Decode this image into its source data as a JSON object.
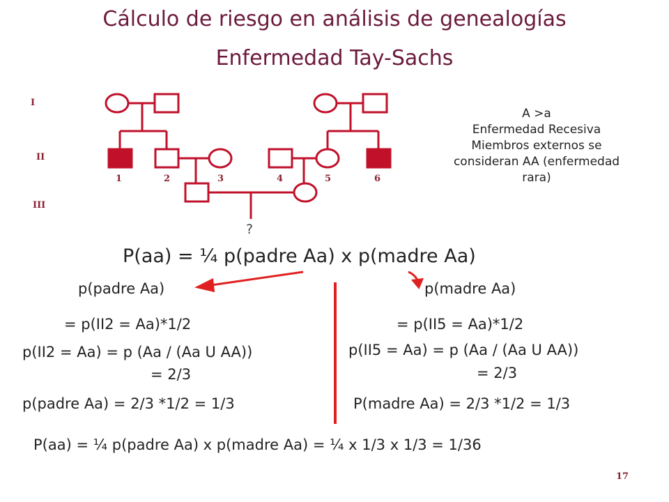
{
  "title": "Cálculo de riesgo en análisis de genealogías",
  "subtitle": "Enfermedad Tay-Sachs",
  "generations": [
    "I",
    "II",
    "III"
  ],
  "individual_numbers": [
    "1",
    "2",
    "3",
    "4",
    "5",
    "6"
  ],
  "unknown_marker": "?",
  "legend": {
    "line1": "A >a",
    "line2": "Enfermedad Recesiva",
    "line3": "Miembros externos se",
    "line4": "consideran AA (enfermedad",
    "line5": "rara)"
  },
  "formula_main": "P(aa) = ¼ p(padre Aa) x p(madre Aa)",
  "left": {
    "heading": "p(padre Aa)",
    "step1": "= p(II2 = Aa)*1/2",
    "step2a": "p(II2 = Aa) = p (Aa / (Aa U AA))",
    "step2b": "= 2/3",
    "result": "p(padre Aa) = 2/3 *1/2 = 1/3"
  },
  "right": {
    "heading": "p(madre Aa)",
    "step1": "= p(II5 = Aa)*1/2",
    "step2a": "p(II5 = Aa) = p (Aa / (Aa U AA))",
    "step2b": "= 2/3",
    "result": "P(madre Aa) = 2/3 *1/2 = 1/3"
  },
  "formula_final": "P(aa) = ¼ p(padre Aa) x p(madre Aa) = ¼ x 1/3 x 1/3 = 1/36",
  "page_number": "17",
  "colors": {
    "pedigree": "#c0102a",
    "title": "#6b1a3c",
    "arrow": "#e02020"
  }
}
